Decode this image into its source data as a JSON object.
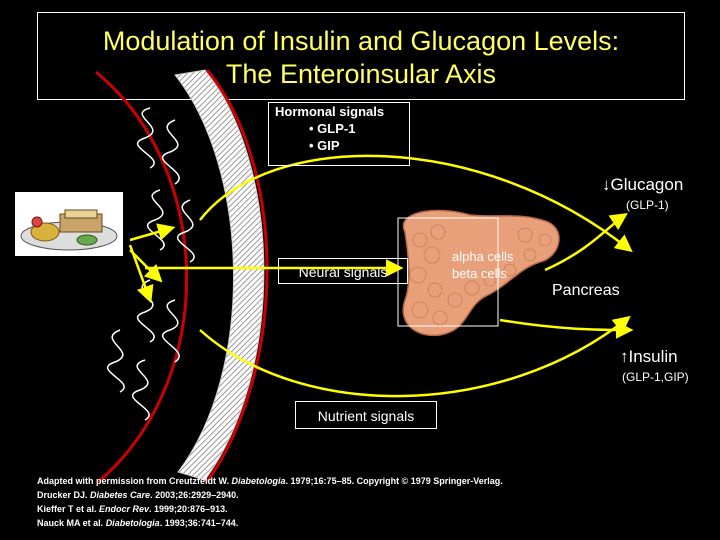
{
  "title": {
    "line1": "Modulation of Insulin and Glucagon Levels:",
    "line2": "The Enteroinsular Axis"
  },
  "hormonal": {
    "heading": "Hormonal signals",
    "items": [
      "• GLP-1",
      "• GIP"
    ]
  },
  "neural_label": "Neural signals",
  "nutrient_label": "Nutrient signals",
  "pancreas_label": "Pancreas",
  "cells": {
    "alpha": "alpha cells",
    "beta": "beta cells"
  },
  "glucagon": {
    "arrow": "↓",
    "label": "Glucagon",
    "sub": "(GLP-1)"
  },
  "insulin": {
    "arrow": "↑",
    "label": "Insulin",
    "sub": "(GLP-1,GIP)"
  },
  "references": [
    {
      "pre": "Adapted with permission from Creutzfeldt W. ",
      "journal": "Diabetologia",
      "post": ". 1979;16:75–85. Copyright © 1979 Springer-Verlag."
    },
    {
      "pre": "Drucker DJ. ",
      "journal": "Diabetes Care",
      "post": ". 2003;26:2929–2940."
    },
    {
      "pre": "Kieffer T et al. ",
      "journal": "Endocr Rev",
      "post": ". 1999;20:876–913."
    },
    {
      "pre": "Nauck MA et al. ",
      "journal": "Diabetologia",
      "post": ". 1993;36:741–744."
    }
  ],
  "colors": {
    "title": "#ffff66",
    "arrows": "#ffff00",
    "gut_wall": "#cc0000",
    "pancreas": "#e8a07a"
  }
}
